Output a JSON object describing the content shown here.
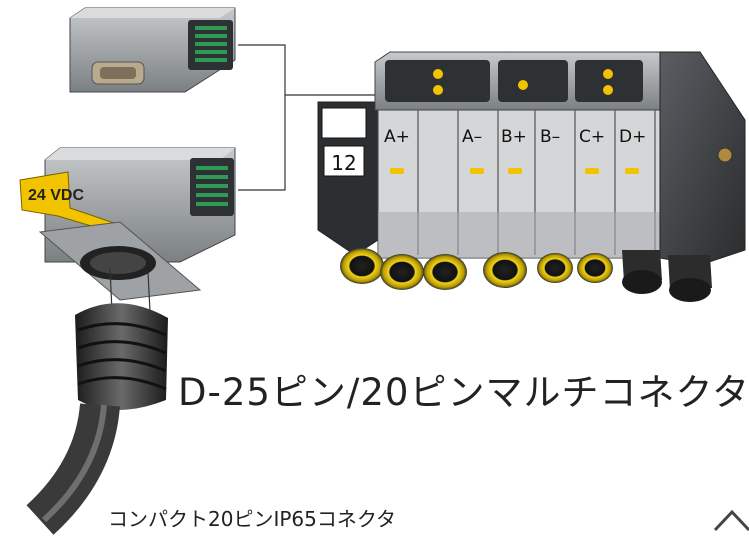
{
  "captions": {
    "main": "D-25ピン/20ピンマルチコネクタ",
    "sub": "コンパクト20ピンIP65コネクタ"
  },
  "labels": {
    "voltage_tag": "24 VDC",
    "station_number": "12",
    "ports": [
      "A+",
      "A–",
      "B+",
      "B–",
      "C+",
      "D+"
    ]
  },
  "colors": {
    "body_grey": "#8f9396",
    "dark_grey": "#3c3f42",
    "yellow_tag": "#f2c400",
    "fitting_yellow": "#e0c200",
    "cable_black": "#2b2b2b"
  }
}
